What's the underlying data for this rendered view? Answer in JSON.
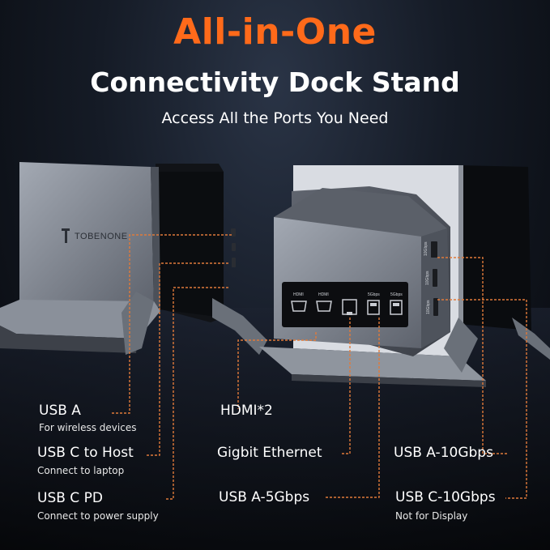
{
  "header": {
    "headline": "All-in-One",
    "subhead": "Connectivity Dock Stand",
    "tagline": "Access All the Ports You Need"
  },
  "product": {
    "brand": "TOBENONE",
    "port_labels": [
      "HDMI",
      "HDMI",
      "5Gbps",
      "5Gbps",
      "10Gbps",
      "10Gbps",
      "10Gbps"
    ]
  },
  "callouts": {
    "left": [
      {
        "title": "USB A",
        "desc": "For wireless devices"
      },
      {
        "title": "USB C to Host",
        "desc": "Connect to laptop"
      },
      {
        "title": "USB C  PD",
        "desc": "Connect to power supply"
      }
    ],
    "center": [
      {
        "title": "HDMI*2"
      },
      {
        "title": "Gigbit Ethernet"
      },
      {
        "title": "USB A-5Gbps"
      }
    ],
    "right": [
      {
        "title": "USB A-10Gbps"
      },
      {
        "title": "USB C-10Gbps",
        "desc": "Not for Display"
      }
    ]
  },
  "colors": {
    "accent": "#ff6a1a",
    "callout_line": "#e07a3a",
    "dock_body": "#6c7280",
    "background": "#151b26"
  }
}
